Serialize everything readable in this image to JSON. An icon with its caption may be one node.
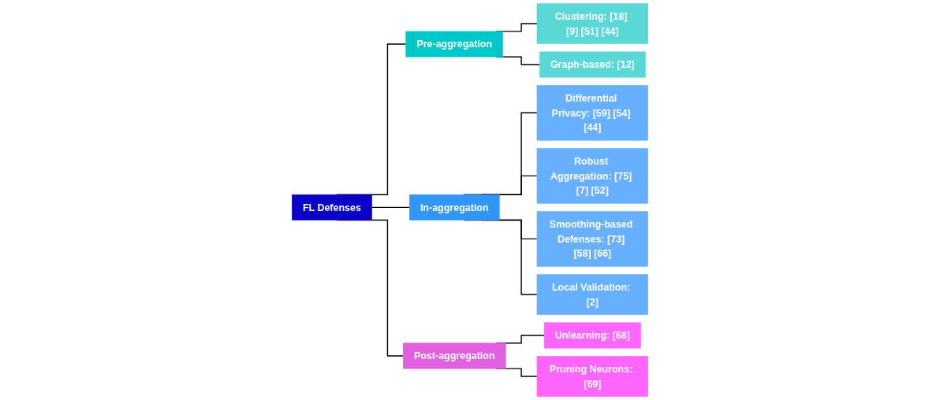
{
  "diagram": {
    "nodes": [
      {
        "text": [
          "FL Defenses"
        ]
      },
      {
        "text": [
          "Pre-aggregation"
        ]
      },
      {
        "text": [
          "Clustering: [18] [9] [51] [44]"
        ]
      },
      {
        "text": [
          "Graph-based: [12]"
        ]
      },
      {
        "text": [
          "In-aggregation"
        ]
      },
      {
        "text": [
          "Differential Privacy: [59] [54] [44]"
        ]
      },
      {
        "text": [
          "Robust Aggregation: [75] [7] [52]"
        ]
      },
      {
        "text": [
          "Smoothing-based Defenses: [73] [58] [66]"
        ]
      },
      {
        "text": [
          "Local Validation: [2]"
        ]
      },
      {
        "text": [
          "Post-aggregation"
        ]
      },
      {
        "text": [
          "Unlearning: [68]"
        ]
      },
      {
        "text": [
          "Pruning Neurons: [69]"
        ]
      }
    ],
    "edges": [
      {
        "from": 0,
        "to": 1,
        "arrow": "none"
      },
      {
        "from": 0,
        "to": 4,
        "arrow": "none"
      },
      {
        "from": 0,
        "to": 9,
        "arrow": "none"
      },
      {
        "from": 1,
        "to": 2,
        "arrow": "none"
      },
      {
        "from": 1,
        "to": 3,
        "arrow": "none"
      },
      {
        "from": 4,
        "to": 5,
        "arrow": "none"
      },
      {
        "from": 4,
        "to": 6,
        "arrow": "none"
      },
      {
        "from": 4,
        "to": 7,
        "arrow": "none"
      },
      {
        "from": 4,
        "to": 8,
        "arrow": "none"
      },
      {
        "from": 9,
        "to": 10,
        "arrow": "none"
      },
      {
        "from": 9,
        "to": 11,
        "arrow": "none"
      }
    ]
  }
}
